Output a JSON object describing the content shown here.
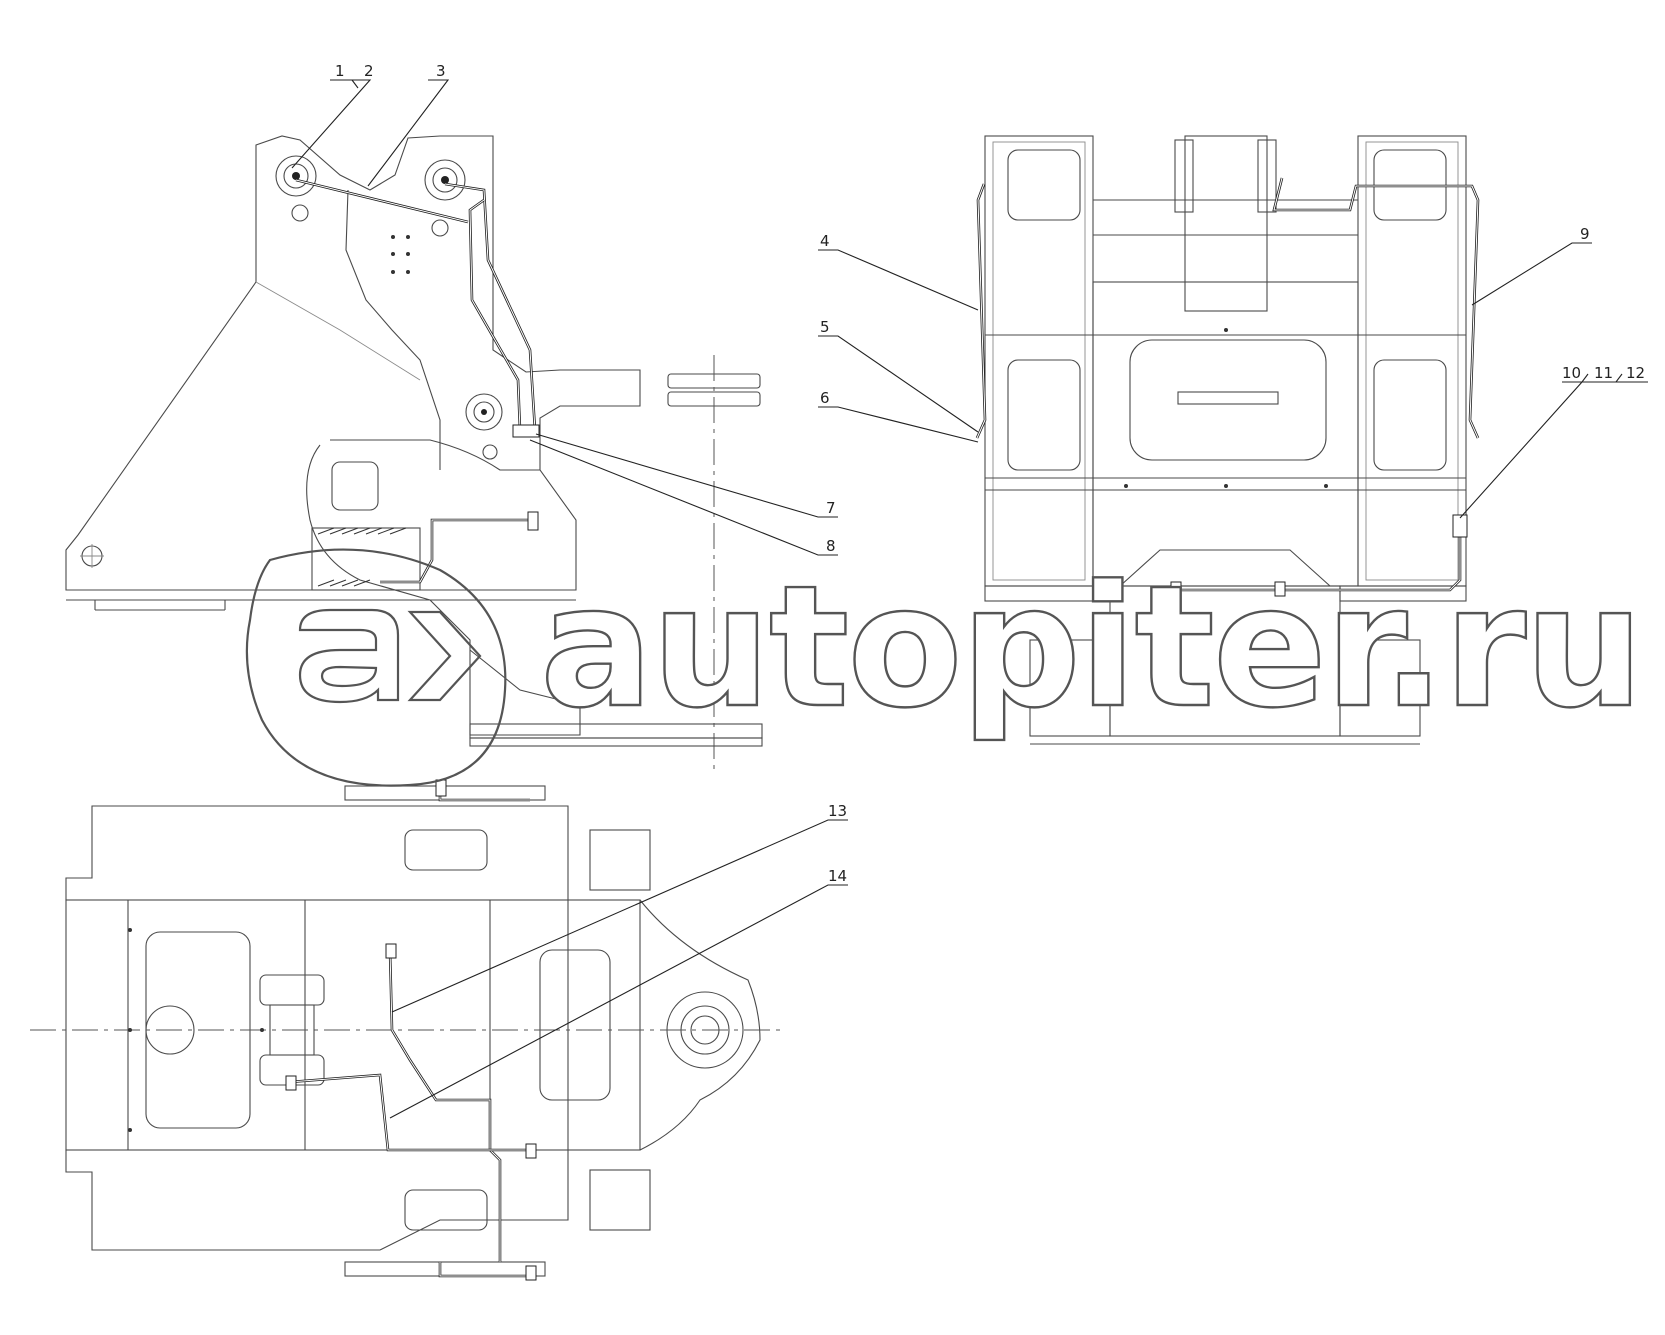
{
  "callouts": {
    "c1": "1",
    "c2": "2",
    "c3": "3",
    "c4": "4",
    "c5": "5",
    "c6": "6",
    "c7": "7",
    "c8": "8",
    "c9": "9",
    "c10": "10",
    "c11": "11",
    "c12": "12",
    "c13": "13",
    "c14": "14"
  },
  "watermark": {
    "text": "autopiter.ru",
    "logo": "a>"
  }
}
